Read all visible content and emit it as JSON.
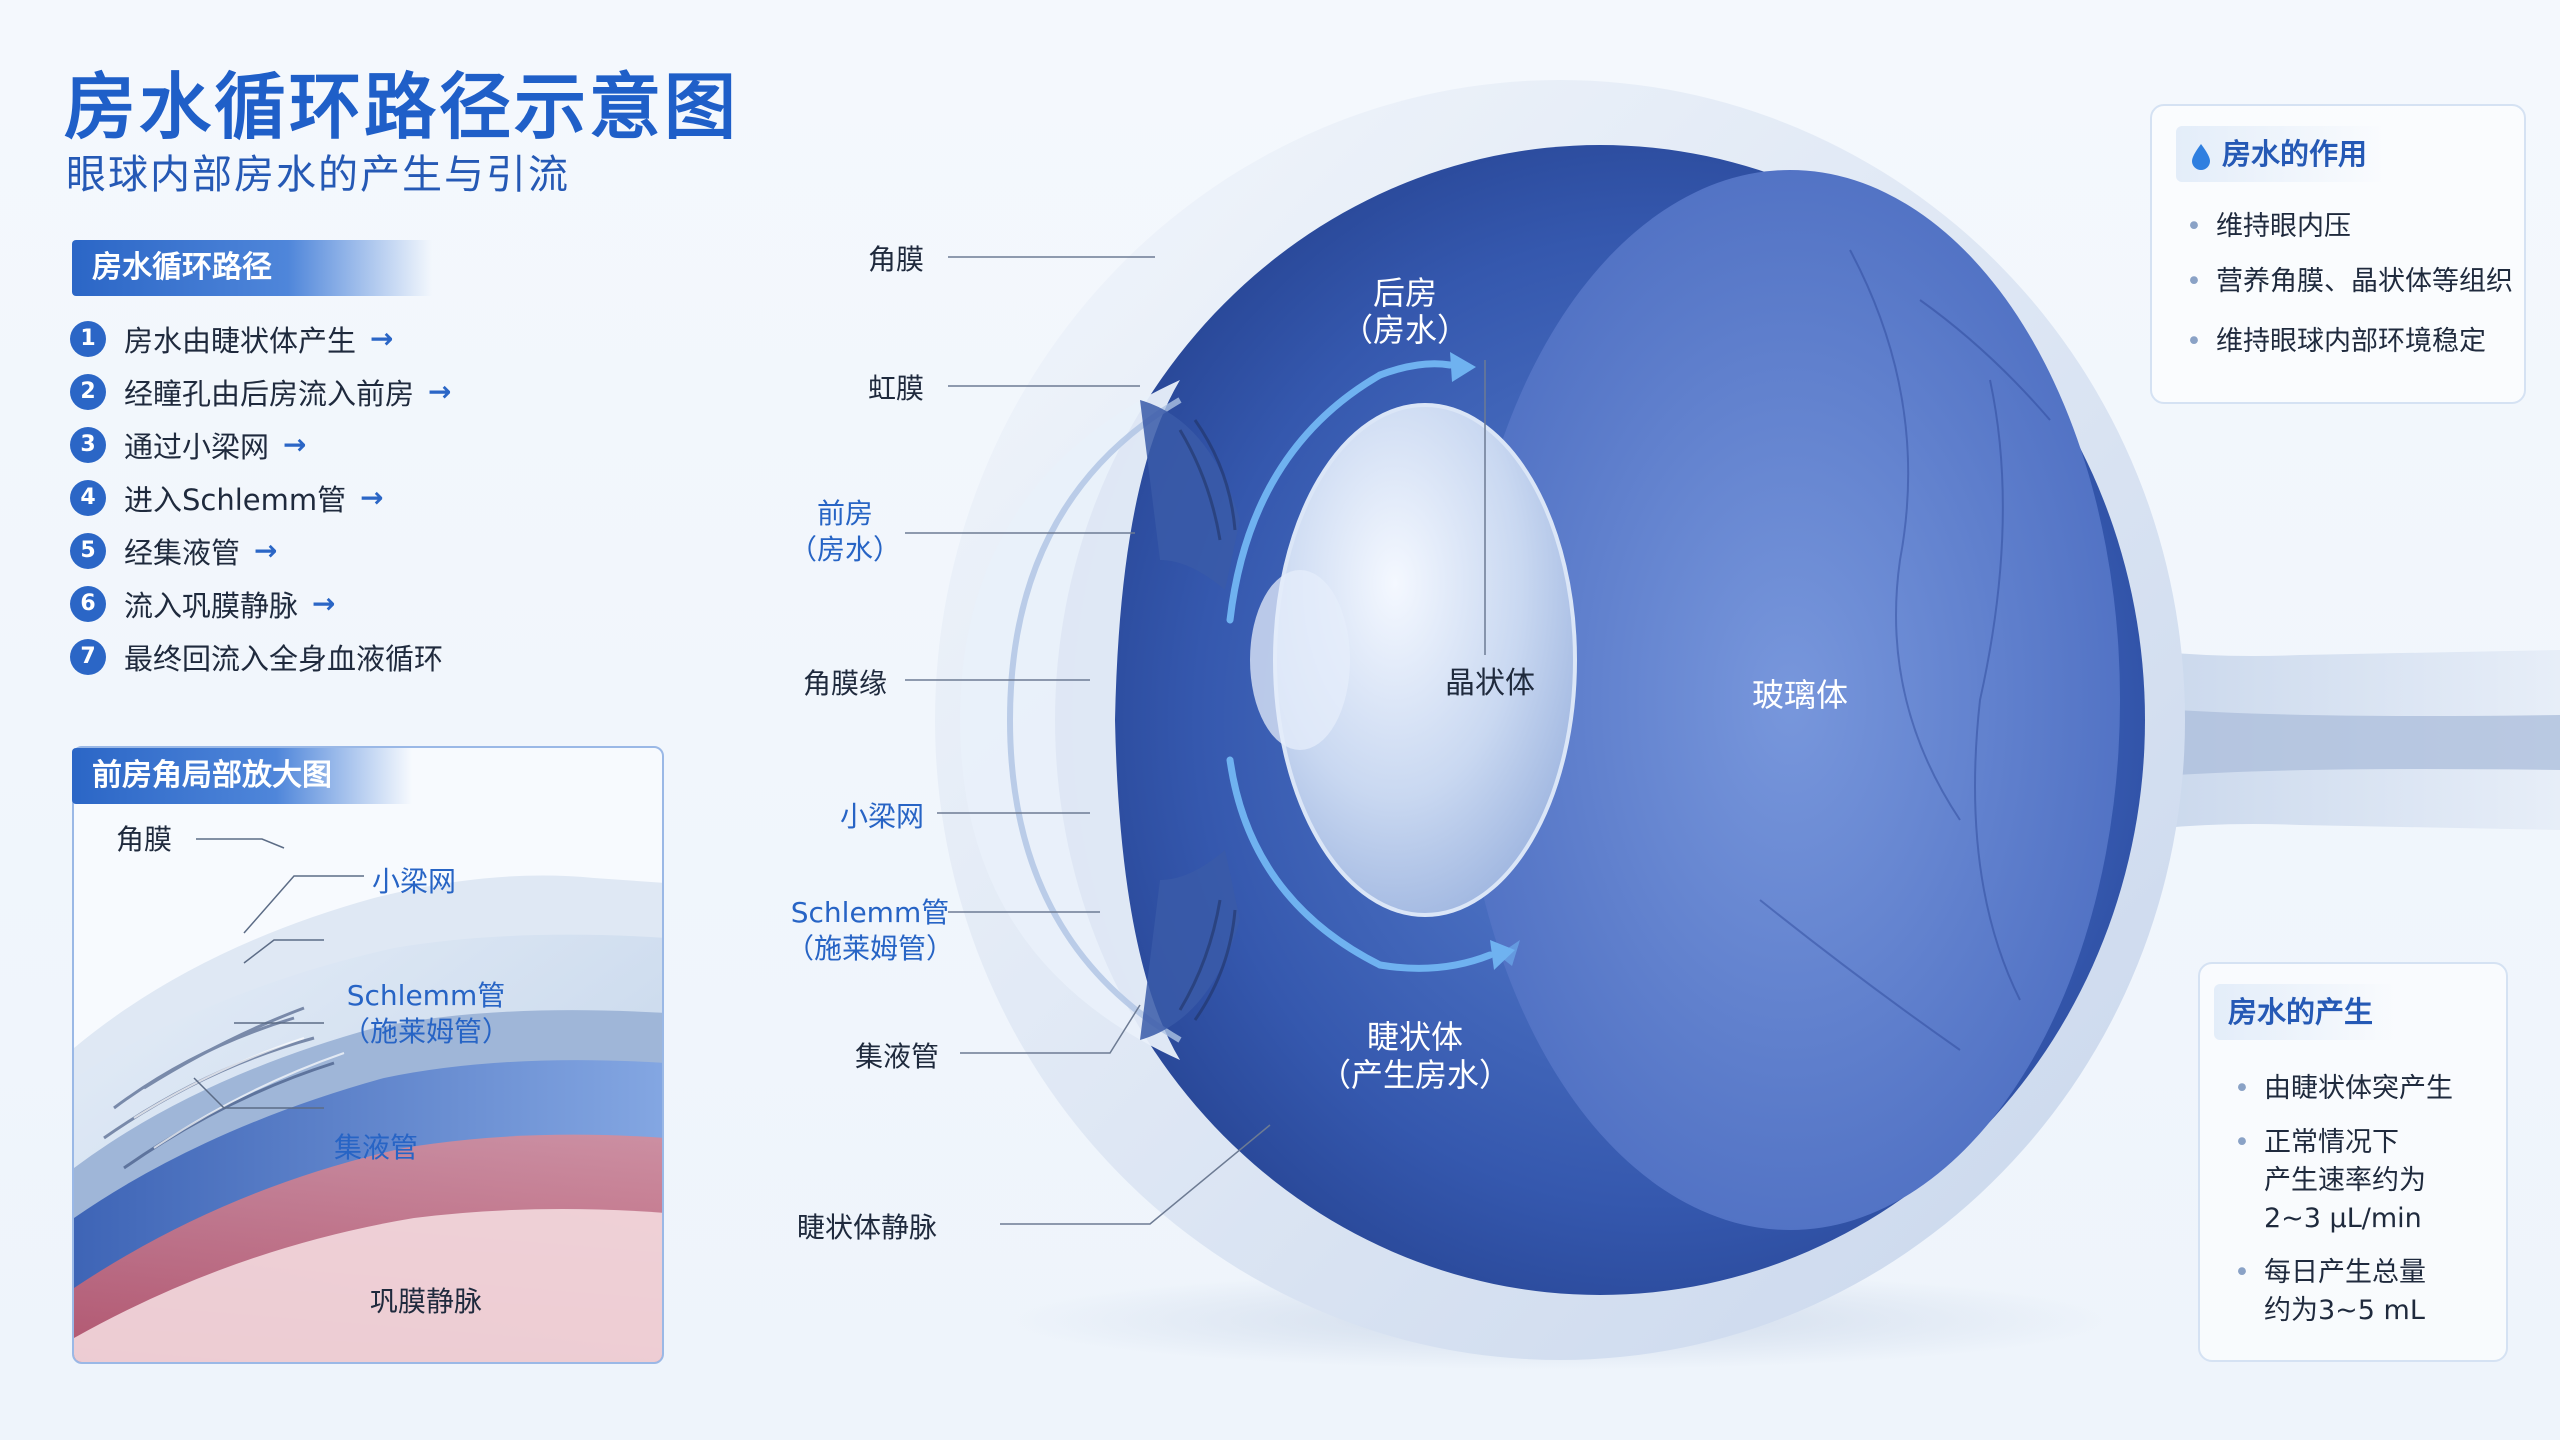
{
  "header": {
    "title": "房水循环路径示意图",
    "subtitle": "眼球内部房水的产生与引流"
  },
  "pathway": {
    "heading": "房水循环路径",
    "steps": [
      {
        "num": "1",
        "text": "房水由睫状体产生",
        "arrow": "→"
      },
      {
        "num": "2",
        "text": "经瞳孔由后房流入前房",
        "arrow": "→"
      },
      {
        "num": "3",
        "text": "通过小梁网",
        "arrow": "→"
      },
      {
        "num": "4",
        "text": "进入Schlemm管",
        "arrow": "→"
      },
      {
        "num": "5",
        "text": "经集液管",
        "arrow": "→"
      },
      {
        "num": "6",
        "text": "流入巩膜静脉",
        "arrow": "→"
      },
      {
        "num": "7",
        "text": "最终回流入全身血液循环",
        "arrow": ""
      }
    ]
  },
  "inset": {
    "heading": "前房角局部放大图",
    "labels": {
      "cornea": "角膜",
      "trabecular": "小梁网",
      "schlemm": "Schlemm管",
      "schlemm_cn": "（施莱姆管）",
      "collector": "集液管",
      "scleral_vein": "巩膜静脉"
    }
  },
  "diagram": {
    "left_labels": {
      "cornea": "角膜",
      "iris": "虹膜",
      "anterior_chamber": "前房",
      "anterior_chamber_note": "（房水）",
      "limbus": "角膜缘",
      "trabecular": "小梁网",
      "schlemm": "Schlemm管",
      "schlemm_cn": "（施莱姆管）",
      "collector": "集液管",
      "ciliary_vein": "睫状体静脉"
    },
    "inner_labels": {
      "posterior_chamber": "后房",
      "posterior_chamber_note": "（房水）",
      "lens": "晶状体",
      "vitreous": "玻璃体",
      "ciliary_body": "睫状体",
      "ciliary_body_note": "（产生房水）"
    }
  },
  "function_card": {
    "heading": "房水的作用",
    "icon": "water-drop-icon",
    "items": [
      "维持眼内压",
      "营养角膜、晶状体等组织",
      "维持眼球内部环境稳定"
    ]
  },
  "production_card": {
    "heading": "房水的产生",
    "items": [
      "由睫状体突产生",
      "正常情况下",
      "产生速率约为",
      "2~3 μL/min",
      "每日产生总量",
      "约为3~5 mL"
    ]
  },
  "colors": {
    "accent": "#2b66c6",
    "title": "#1f5fc8",
    "eye_deep": "#2a4aa3",
    "eye_light": "#6f93d8"
  }
}
